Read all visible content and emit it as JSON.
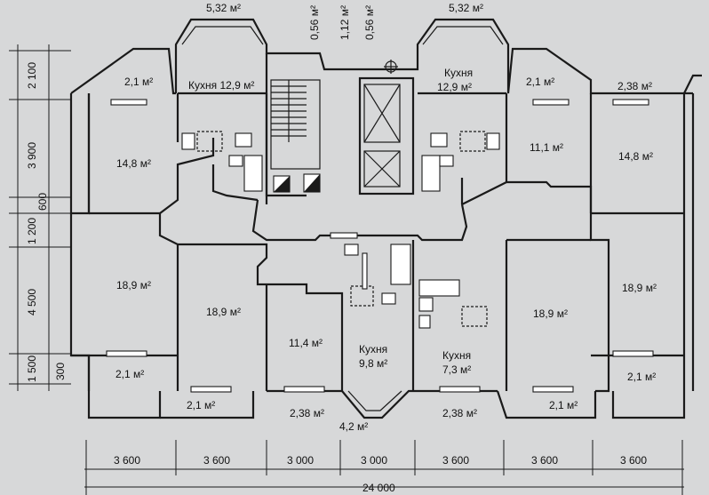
{
  "dimensions": {
    "bottom_segments": [
      "3 600",
      "3 600",
      "3 000",
      "3 000",
      "3 600",
      "3 600",
      "3 600"
    ],
    "bottom_total": "24 000",
    "left_segments": [
      "2 100",
      "3 900",
      "600",
      "1 200",
      "4 500",
      "1 500",
      "300"
    ]
  },
  "rooms": {
    "bay_left_top": "5,32 м²",
    "bay_right_top": "5,32 м²",
    "shaft_1": "0,56 м²",
    "shaft_2": "1,12 м²",
    "shaft_3": "0,56 м²",
    "balcony_tl": "2,1 м²",
    "kitchen_tl": "Кухня 12,9 м²",
    "room_tl": "14,8 м²",
    "kitchen_tr_1": "Кухня",
    "kitchen_tr_2": "12,9 м²",
    "balcony_tr1": "2,1 м²",
    "balcony_tr2": "2,38 м²",
    "room_tr1": "11,1 м²",
    "room_tr2": "14,8 м²",
    "room_bl1": "18,9 м²",
    "room_bl2": "18,9 м²",
    "room_bc": "11,4 м²",
    "kitchen_bc_1": "Кухня",
    "kitchen_bc_2": "9,8 м²",
    "kitchen_bcr_1": "Кухня",
    "kitchen_bcr_2": "7,3 м²",
    "room_br1": "18,9 м²",
    "room_br2": "18,9 м²",
    "balcony_bl1": "2,1 м²",
    "balcony_bl2": "2,1 м²",
    "balcony_bc1": "2,38 м²",
    "balcony_bc2": "4,2 м²",
    "balcony_bc3": "2,38 м²",
    "balcony_br1": "2,1 м²",
    "balcony_br2": "2,1 м²"
  }
}
